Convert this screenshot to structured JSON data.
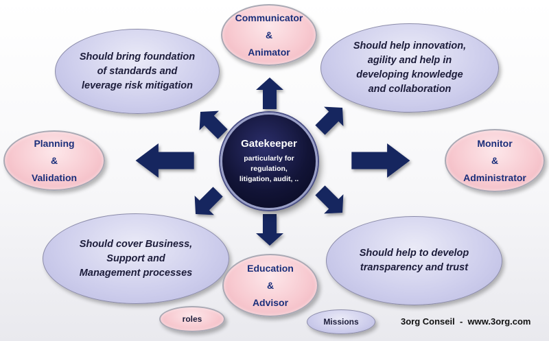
{
  "roles": {
    "communicator": [
      "Communicator",
      "&",
      "Animator"
    ],
    "planning": [
      "Planning",
      "&",
      "Validation"
    ],
    "monitor": [
      "Monitor",
      "&",
      "Administrator"
    ],
    "education": [
      "Education",
      "&",
      "Advisor"
    ]
  },
  "missions": {
    "foundation": "Should bring foundation\nof standards and\nleverage risk mitigation",
    "innovation": "Should help innovation,\nagility and help in\ndeveloping knowledge\nand collaboration",
    "business": "Should cover Business,\nSupport and\nManagement processes",
    "transparency": "Should help to develop\ntransparency and trust"
  },
  "center": {
    "title": "Gatekeeper",
    "subtitle": "particularly for\nregulation,\nlitigation, audit, .."
  },
  "legend": {
    "roles": "roles",
    "missions": "Missions"
  },
  "footer": "3org Conseil  -  www.3org.com",
  "colors": {
    "arrow": "#16255e",
    "role_fill": "#f7c8cf",
    "mission_fill": "#cdcdec",
    "center_fill": "#121437",
    "role_text": "#1a2e7a"
  }
}
